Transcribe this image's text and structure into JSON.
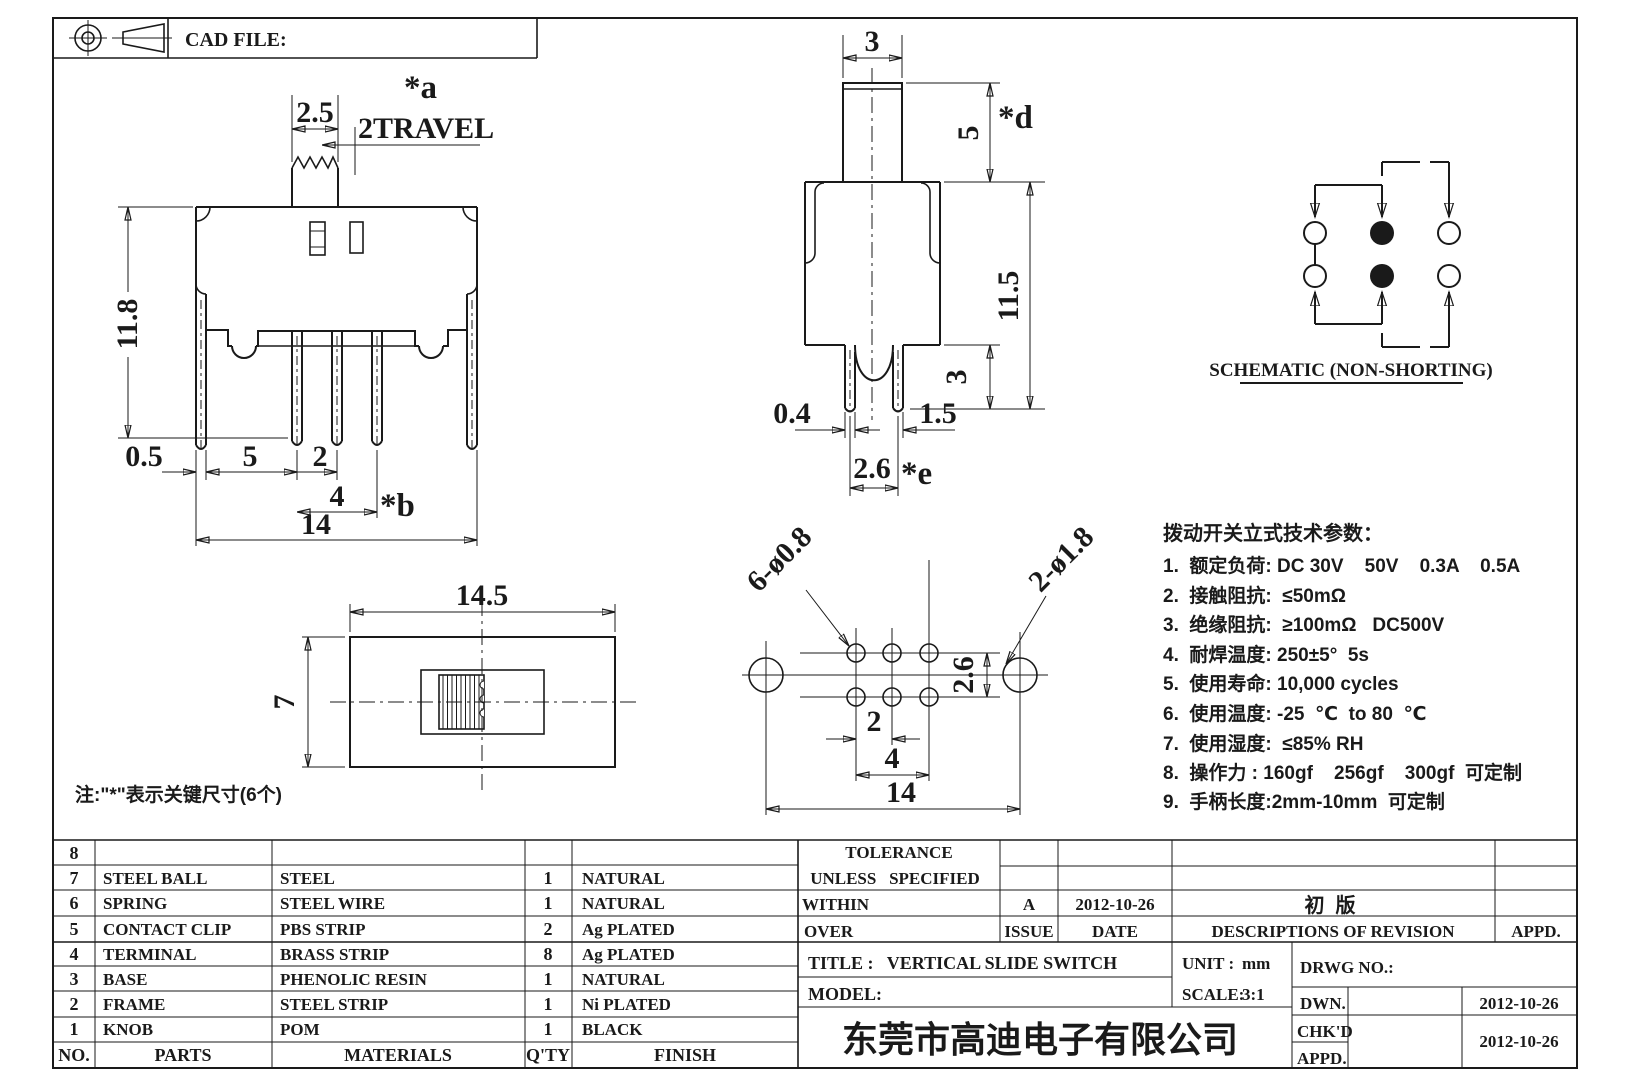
{
  "header": {
    "cad_file": "CAD FILE:"
  },
  "front_view": {
    "dim_knob_width": "2.5",
    "travel_label": "2TRAVEL",
    "flag_a": "*a",
    "dim_height": "11.8",
    "dim_frame_thickness": "0.5",
    "dim_frame_to_pin": "5",
    "dim_pin_pitch": "2",
    "dim_pin_span": "4",
    "flag_b": "*b",
    "dim_body_width": "14"
  },
  "side_view": {
    "dim_stem_width": "3",
    "dim_stem_height": "5",
    "flag_d": "*d",
    "dim_total_height": "11.5",
    "dim_base_height": "3",
    "dim_pin_thickness": "0.4",
    "dim_pin_offset": "1.5",
    "dim_pin_pitch": "2.6",
    "flag_e": "*e"
  },
  "schematic": {
    "title": "SCHEMATIC (NON-SHORTING)"
  },
  "top_view": {
    "dim_width": "14.5",
    "dim_depth": "7"
  },
  "pcb_view": {
    "small_holes_label": "6-ø0.8",
    "large_holes_label": "2-ø1.8",
    "dim_row_pitch": "2.6",
    "dim_hole_pitch": "2",
    "dim_hole_span": "4",
    "dim_mount_span": "14"
  },
  "note": "注:\"*\"表示关键尺寸(6个)",
  "tech_params": {
    "title": "拨动开关立式技术参数：",
    "items": [
      "1.  额定负荷: DC 30V    50V    0.3A    0.5A",
      "2.  接触阻抗:  ≤50mΩ",
      "3.  绝缘阻抗:  ≥100mΩ   DC500V",
      "4.  耐焊温度: 250±5°  5s",
      "5.  使用寿命: 10,000 cycles",
      "6.  使用温度: -25  ℃  to 80  ℃",
      "7.  使用湿度:  ≤85% RH",
      "8.  操作力 : 160gf    256gf    300gf  可定制",
      "9.  手柄长度:2mm-10mm  可定制"
    ]
  },
  "parts_table": {
    "headers": {
      "no": "NO.",
      "parts": "PARTS",
      "materials": "MATERIALS",
      "qty": "Q'TY",
      "finish": "FINISH"
    },
    "rows": [
      {
        "no": "8",
        "parts": "",
        "materials": "",
        "qty": "",
        "finish": ""
      },
      {
        "no": "7",
        "parts": "STEEL BALL",
        "materials": "STEEL",
        "qty": "1",
        "finish": "NATURAL"
      },
      {
        "no": "6",
        "parts": "SPRING",
        "materials": "STEEL WIRE",
        "qty": "1",
        "finish": "NATURAL"
      },
      {
        "no": "5",
        "parts": "CONTACT CLIP",
        "materials": "PBS STRIP",
        "qty": "2",
        "finish": "Ag PLATED"
      },
      {
        "no": "4",
        "parts": "TERMINAL",
        "materials": "BRASS STRIP",
        "qty": "8",
        "finish": "Ag PLATED"
      },
      {
        "no": "3",
        "parts": "BASE",
        "materials": "PHENOLIC RESIN",
        "qty": "1",
        "finish": "NATURAL"
      },
      {
        "no": "2",
        "parts": "FRAME",
        "materials": "STEEL STRIP",
        "qty": "1",
        "finish": "Ni PLATED"
      },
      {
        "no": "1",
        "parts": "KNOB",
        "materials": "POM",
        "qty": "1",
        "finish": "BLACK"
      }
    ]
  },
  "revision_block": {
    "tolerance_line1": "TOLERANCE",
    "tolerance_line2": "UNLESS   SPECIFIED",
    "within": "WITHIN",
    "over": "OVER",
    "issue_value": "A",
    "date_value": "2012-10-26",
    "issue_label": "ISSUE",
    "date_label": "DATE",
    "revision_desc": "初  版",
    "desc_label": "DESCRIPTIONS OF REVISION",
    "appd_label": "APPD."
  },
  "title_block": {
    "title": "TITLE :   VERTICAL SLIDE SWITCH",
    "model_label": "MODEL:",
    "unit_label": "UNIT :",
    "unit_value": "mm",
    "scale_label": "SCALE:",
    "scale_value": "3:1",
    "drwg_label": "DRWG NO.:",
    "dwn_label": "DWN.",
    "chkd_label": "CHK'D",
    "appd_label": "APPD.",
    "dwn_date": "2012-10-26",
    "chkd_date": "2012-10-26",
    "company": "东莞市高迪电子有限公司"
  }
}
